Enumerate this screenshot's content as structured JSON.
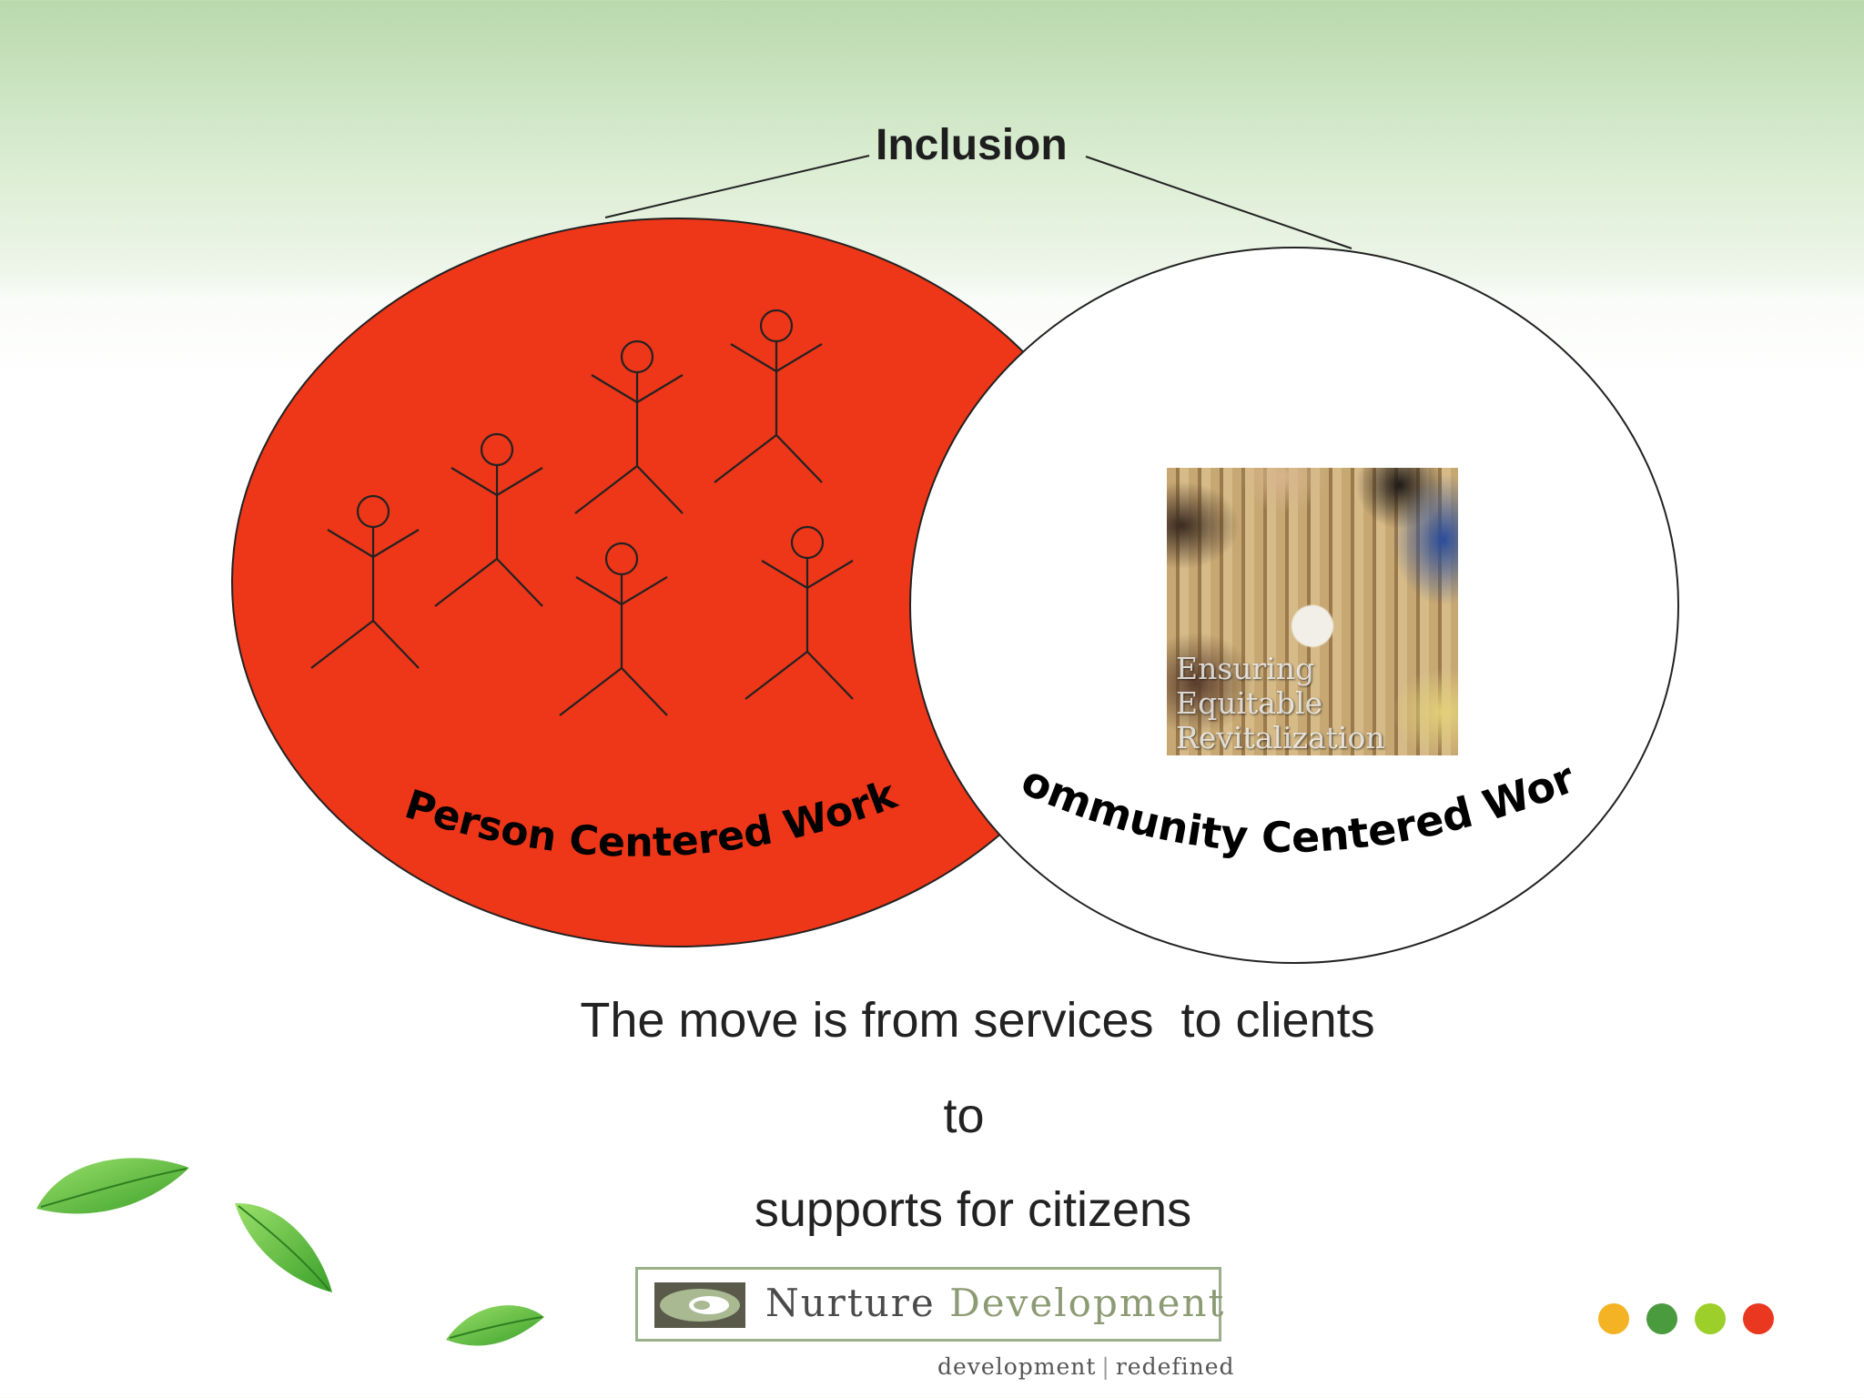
{
  "diagram": {
    "top_label": "Inclusion",
    "left_circle_label": "Person Centered Work",
    "right_circle_label": "Community Centered Work",
    "photo_overlay_lines": [
      "Ensuring",
      "Equitable",
      "Revitalization"
    ],
    "caption_lines": [
      "The move is from services  to clients",
      "to",
      "supports for citizens"
    ]
  },
  "logo": {
    "name_part1": "Nurture",
    "name_part2": "Development",
    "tagline_left": "development",
    "tagline_sep": "|",
    "tagline_right": "redefined"
  },
  "colors": {
    "person_circle": "#ee3618",
    "community_circle": "#ffffff",
    "dots": [
      "#f4b324",
      "#4a9a3e",
      "#9ccf2a",
      "#ea3820"
    ]
  },
  "decorations": {
    "figures_icon": "stick-figure-icon",
    "leaves_icon": "leaf-icon"
  }
}
